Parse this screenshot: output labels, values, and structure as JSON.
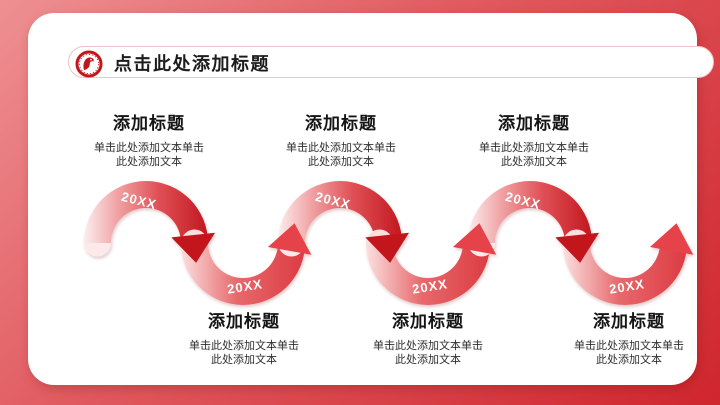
{
  "slide": {
    "bg_gradient_start": "#ee9093",
    "bg_gradient_mid": "#e05a5f",
    "bg_gradient_end": "#d0262e",
    "card_bg": "#ffffff"
  },
  "header": {
    "title": "点击此处添加标题",
    "seal_icon": "red-horse-seal-stamp",
    "pill_border_color": "#f2c3c4",
    "title_color": "#1c1c1c"
  },
  "milestones": [
    {
      "year": "20XX",
      "position": "top",
      "title": "添加标题",
      "body": [
        "单击此处添加文本单击",
        "此处添加文本"
      ]
    },
    {
      "year": "20XX",
      "position": "bottom",
      "title": "添加标题",
      "body": [
        "单击此处添加文本单击",
        "此处添加文本"
      ]
    },
    {
      "year": "20XX",
      "position": "top",
      "title": "添加标题",
      "body": [
        "单击此处添加文本单击",
        "此处添加文本"
      ]
    },
    {
      "year": "20XX",
      "position": "bottom",
      "title": "添加标题",
      "body": [
        "单击此处添加文本单击",
        "此处添加文本"
      ]
    },
    {
      "year": "20XX",
      "position": "top",
      "title": "添加标题",
      "body": [
        "单击此处添加文本单击",
        "此处添加文本"
      ]
    },
    {
      "year": "20XX",
      "position": "bottom",
      "title": "添加标题",
      "body": [
        "单击此处添加文本单击",
        "此处添加文本"
      ]
    }
  ],
  "wave": {
    "hump_gradient": [
      "#fdeded",
      "#ef9a9c",
      "#e05056",
      "#c2181f"
    ],
    "u_gradient": [
      "#fbe0e0",
      "#e7696c",
      "#dc3b42"
    ],
    "hump_arrow_color": "#c2181f",
    "u_arrow_color": "#e5434a"
  }
}
